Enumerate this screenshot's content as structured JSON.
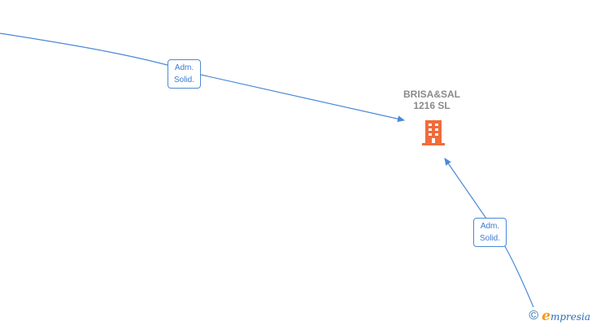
{
  "company": {
    "name": "BRISA&SAL\n1216  SL",
    "icon": "building-icon",
    "color": "#f26b3a"
  },
  "relations": [
    {
      "label": "Adm.\nSolid."
    },
    {
      "label": "Adm.\nSolid."
    }
  ],
  "watermark": {
    "symbol": "©",
    "brand_initial": "e",
    "brand_rest": "mpresia"
  },
  "colors": {
    "edge": "#4a89d6",
    "label_text": "#3a7bd0",
    "company_text": "#8a8a8a"
  }
}
